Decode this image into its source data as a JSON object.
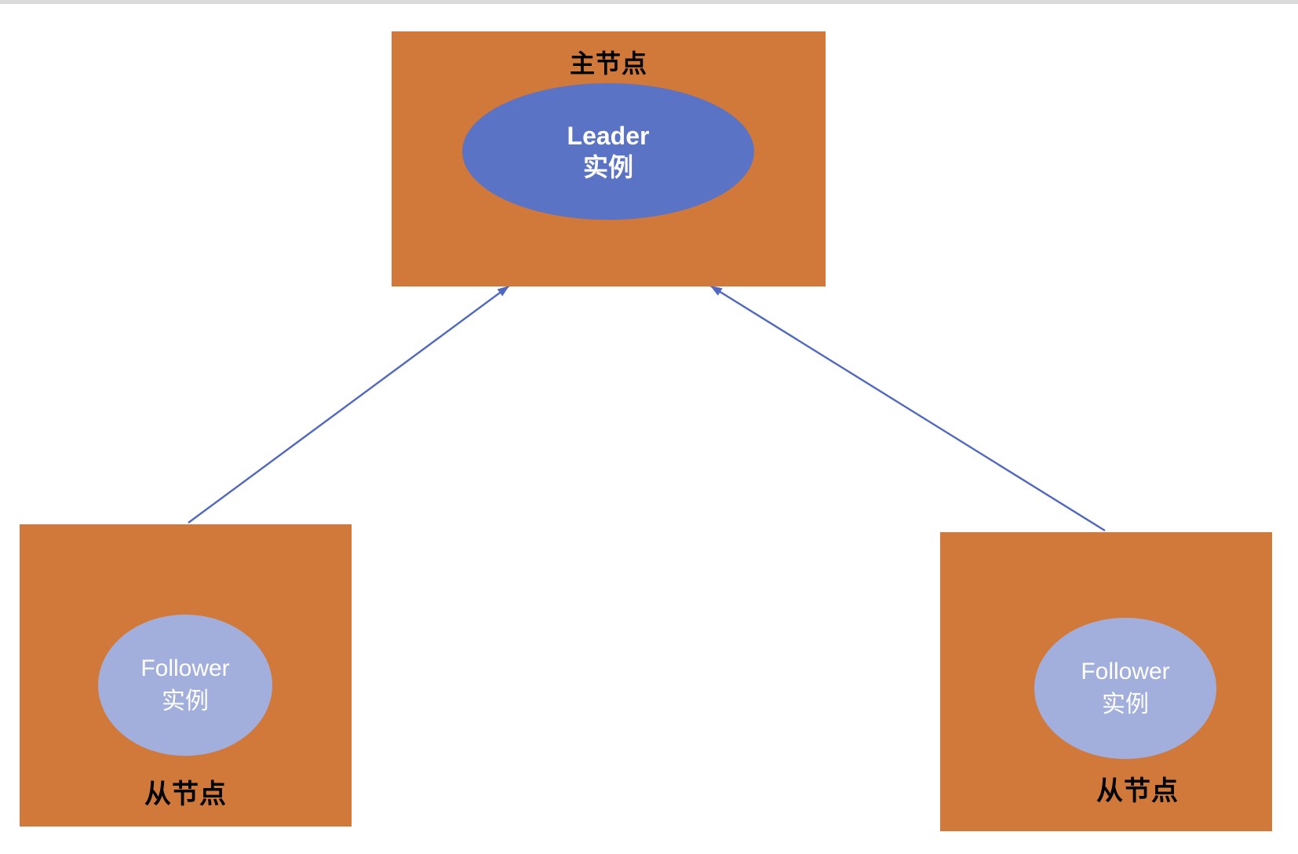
{
  "colors": {
    "node_box_fill": "#D0793B",
    "leader_ellipse_fill": "#5B73C4",
    "follower_ellipse_fill": "#A2AFDC",
    "arrow": "#5068C2",
    "node_label_text": "#000000",
    "instance_text": "#FFFFFF",
    "top_strip": "#D9D9D9",
    "background": "#FFFFFF"
  },
  "diagram": {
    "master_node": {
      "label": "主节点",
      "instance": {
        "line1": "Leader",
        "line2": "实例"
      }
    },
    "replica_nodes": [
      {
        "label": "从节点",
        "instance": {
          "line1": "Follower",
          "line2": "实例"
        }
      },
      {
        "label": "从节点",
        "instance": {
          "line1": "Follower",
          "line2": "实例"
        }
      }
    ],
    "arrows": [
      {
        "from": "left-replica-node",
        "to": "master-node",
        "direction": "up"
      },
      {
        "from": "right-replica-node",
        "to": "master-node",
        "direction": "up"
      }
    ]
  }
}
